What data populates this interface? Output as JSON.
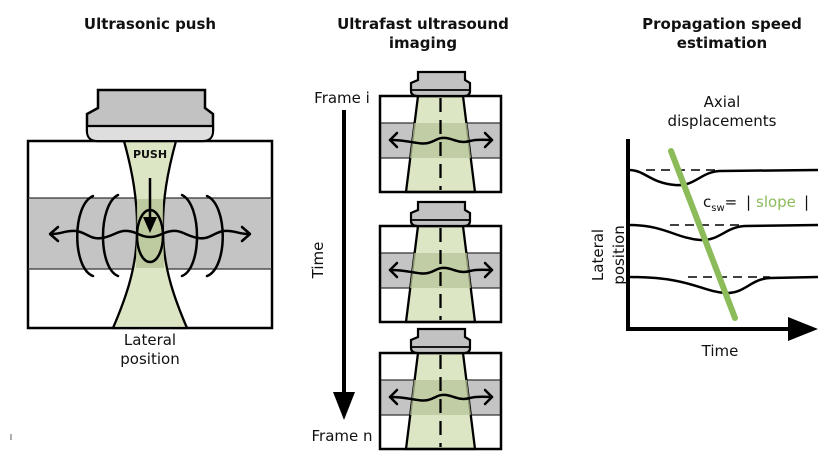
{
  "panels": {
    "push": {
      "title": "Ultrasonic push",
      "beam_label": "PUSH",
      "xlabel_line1": "Lateral",
      "xlabel_line2": "position"
    },
    "imaging": {
      "title_line1": "Ultrafast ultrasound",
      "title_line2": "imaging",
      "frame_start": "Frame i",
      "frame_end": "Frame n",
      "time_label": "Time"
    },
    "estimation": {
      "title_line1": "Propagation speed",
      "title_line2": "estimation",
      "top_label_line1": "Axial",
      "top_label_line2": "displacements",
      "ylabel_line1": "Lateral",
      "ylabel_line2": "position",
      "xlabel": "Time",
      "formula_prefix": "c",
      "formula_sub": "sw",
      "formula_eq": "=",
      "formula_bar": "|",
      "formula_word": "slope"
    }
  },
  "colors": {
    "beam": "#dce6c4",
    "beam_dark": "#b8c49a",
    "tissue_band": "#c4c4c4",
    "probe": "#c2c2c2",
    "probe_face": "#dedede",
    "slope_line": "#8cbb5a"
  }
}
